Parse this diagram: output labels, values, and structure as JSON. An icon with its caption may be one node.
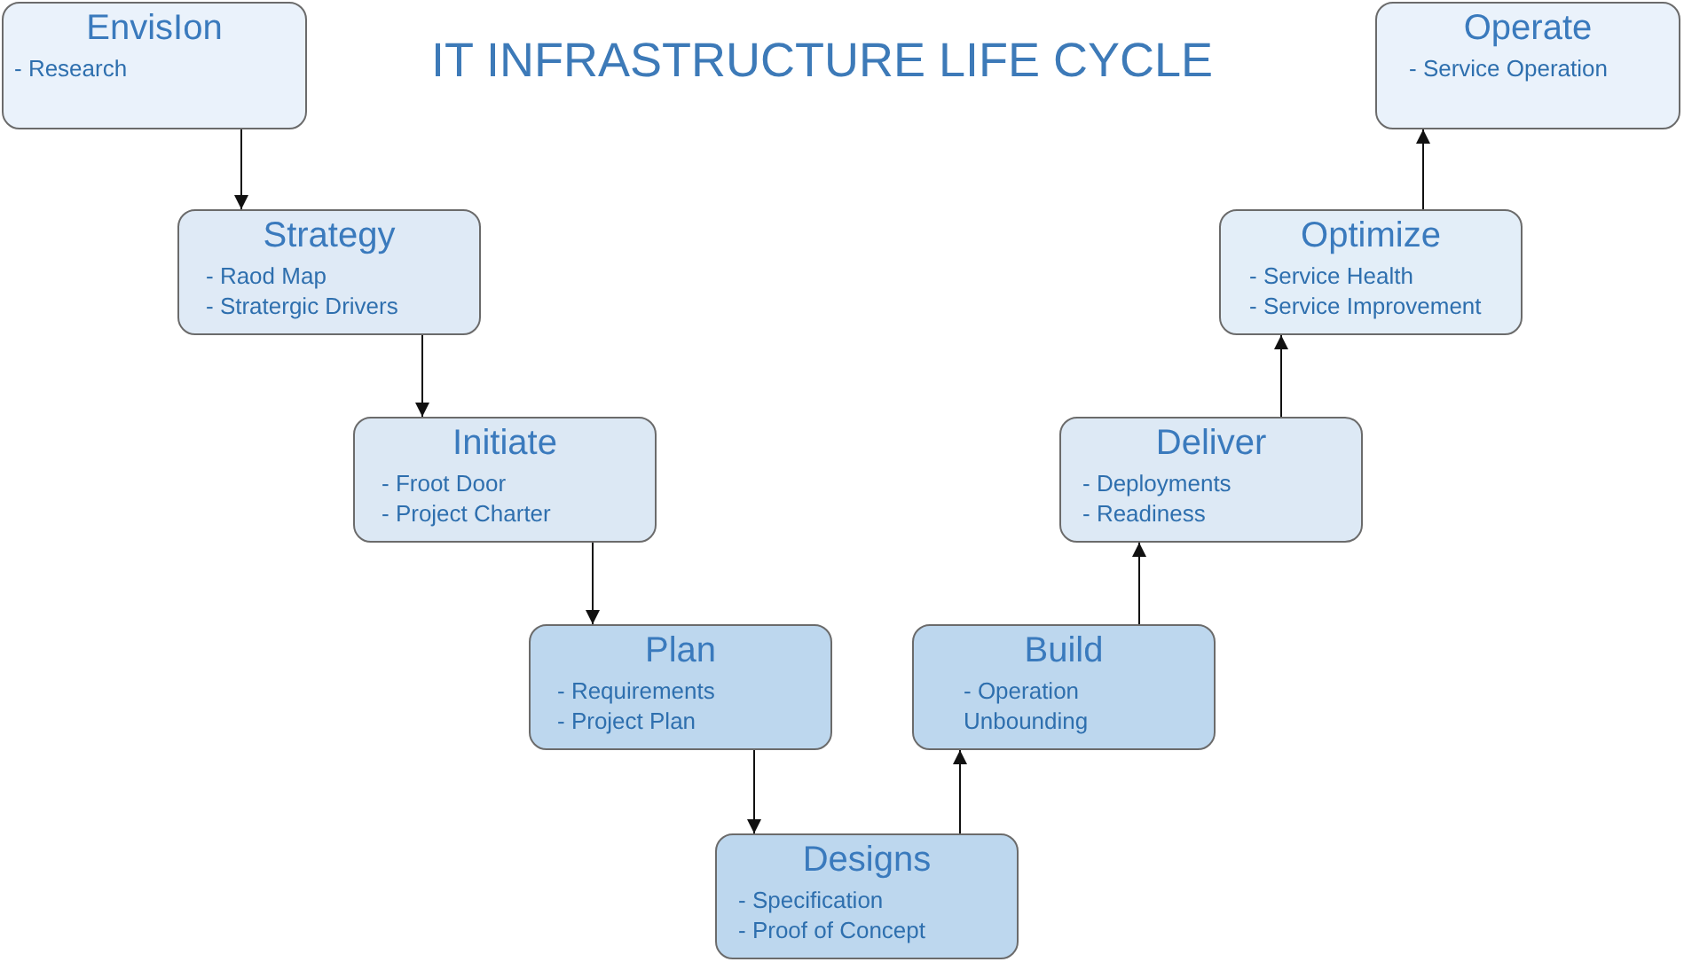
{
  "diagram": {
    "title": "IT INFRASTRUCTURE LIFE CYCLE",
    "nodes": [
      {
        "text": [
          "EnvisIon",
          "- Research"
        ]
      },
      {
        "text": [
          "Strategy",
          "- Raod Map",
          "- Stratergic Drivers"
        ]
      },
      {
        "text": [
          "Initiate",
          "- Froot Door",
          "- Project Charter"
        ]
      },
      {
        "text": [
          "Plan",
          "- Requirements",
          "- Project Plan"
        ]
      },
      {
        "text": [
          "Designs",
          "- Specification",
          "- Proof of Concept"
        ]
      },
      {
        "text": [
          "Build",
          "- Operation Unbounding"
        ]
      },
      {
        "text": [
          "Deliver",
          "- Deployments",
          "- Readiness"
        ]
      },
      {
        "text": [
          "Optimize",
          "- Service Health",
          "- Service Improvement"
        ]
      },
      {
        "text": [
          "Operate",
          "- Service Operation"
        ]
      }
    ],
    "edges": [
      {
        "from": 0,
        "to": 1,
        "arrow": "to"
      },
      {
        "from": 1,
        "to": 2,
        "arrow": "to"
      },
      {
        "from": 2,
        "to": 3,
        "arrow": "to"
      },
      {
        "from": 3,
        "to": 4,
        "arrow": "to"
      },
      {
        "from": 4,
        "to": 5,
        "arrow": "to"
      },
      {
        "from": 5,
        "to": 6,
        "arrow": "to"
      },
      {
        "from": 6,
        "to": 7,
        "arrow": "to"
      },
      {
        "from": 7,
        "to": 8,
        "arrow": "to"
      }
    ]
  }
}
